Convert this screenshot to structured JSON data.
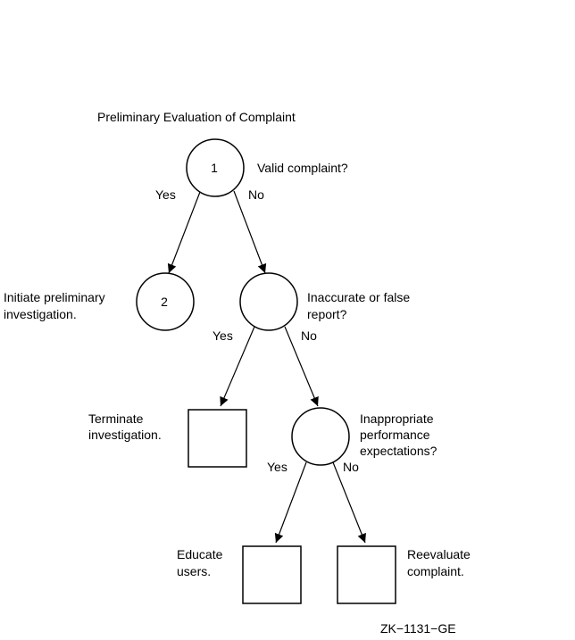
{
  "title": "Preliminary Evaluation of Complaint",
  "figure_id": "ZK−1131−GE",
  "nodes": {
    "q1": {
      "number": "1",
      "question": "Valid complaint?"
    },
    "n2": {
      "number": "2",
      "lines": [
        "Initiate preliminary",
        "investigation."
      ]
    },
    "q2": {
      "lines": [
        "Inaccurate or false",
        "report?"
      ]
    },
    "terminate": {
      "lines": [
        "Terminate",
        "investigation."
      ]
    },
    "q3": {
      "lines": [
        "Inappropriate",
        "performance",
        "expectations?"
      ]
    },
    "educate": {
      "lines": [
        "Educate",
        "users."
      ]
    },
    "reevaluate": {
      "lines": [
        "Reevaluate",
        "complaint."
      ]
    }
  },
  "edges": {
    "q1_yes": "Yes",
    "q1_no": "No",
    "q2_yes": "Yes",
    "q2_no": "No",
    "q3_yes": "Yes",
    "q3_no": "No"
  }
}
